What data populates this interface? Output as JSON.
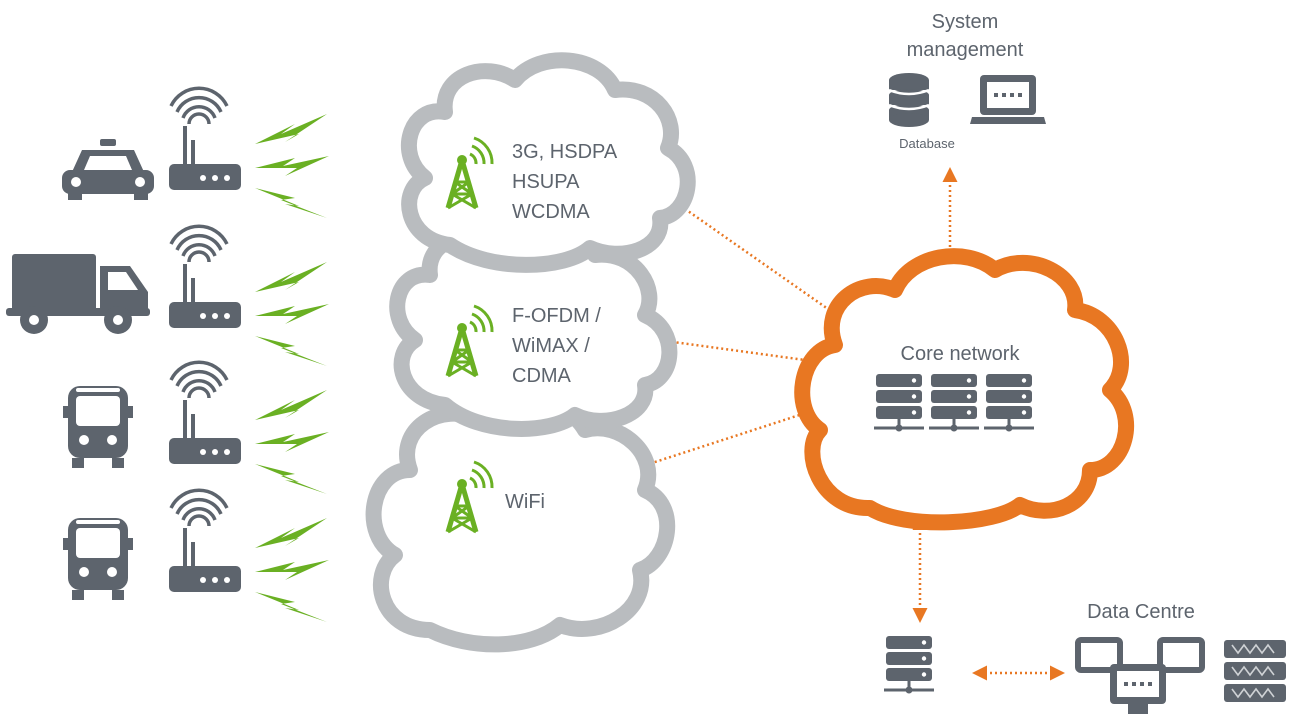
{
  "networks": {
    "cellular": {
      "line1": "3G, HSDPA",
      "line2": "HSUPA",
      "line3": "WCDMA"
    },
    "ofdm": {
      "line1": "F-OFDM /",
      "line2": "WiMAX /",
      "line3": "CDMA"
    },
    "wifi": {
      "label": "WiFi"
    }
  },
  "core": {
    "label": "Core network"
  },
  "system_management": {
    "line1": "System",
    "line2": "management",
    "database_label": "Database"
  },
  "data_centre": {
    "label": "Data Centre"
  },
  "vehicles": [
    {
      "type": "taxi-icon"
    },
    {
      "type": "truck-icon"
    },
    {
      "type": "bus-icon"
    },
    {
      "type": "bus-icon"
    }
  ],
  "colors": {
    "icon_gray": "#5d646d",
    "cloud_gray": "#b9bcbf",
    "core_orange": "#e87722",
    "tower_green": "#6ab023",
    "link_orange": "#e87722"
  }
}
